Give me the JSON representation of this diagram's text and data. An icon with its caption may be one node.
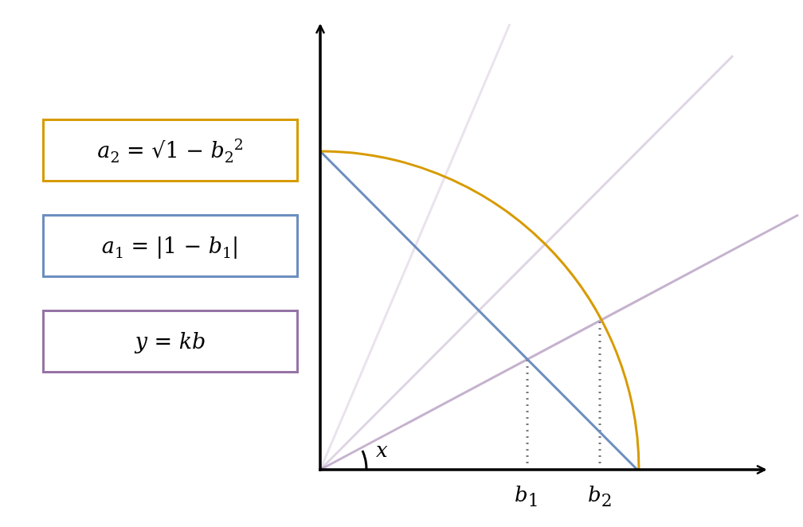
{
  "diagram": {
    "labels": [
      "*x*",
      "*b*$_{1}$",
      "*b*$_{2}$"
    ],
    "legend": [
      {
        "text": "*a*$_{2}$ = √1 − *b*$_{2}$$^{2}$",
        "color": "#d79b00"
      },
      {
        "text": "*a*$_{1}$ = |1 − *b*$_{1}$|",
        "color": "#6c8ebf"
      },
      {
        "text": "*y* = *kb*",
        "color": "#9673a6"
      }
    ]
  }
}
